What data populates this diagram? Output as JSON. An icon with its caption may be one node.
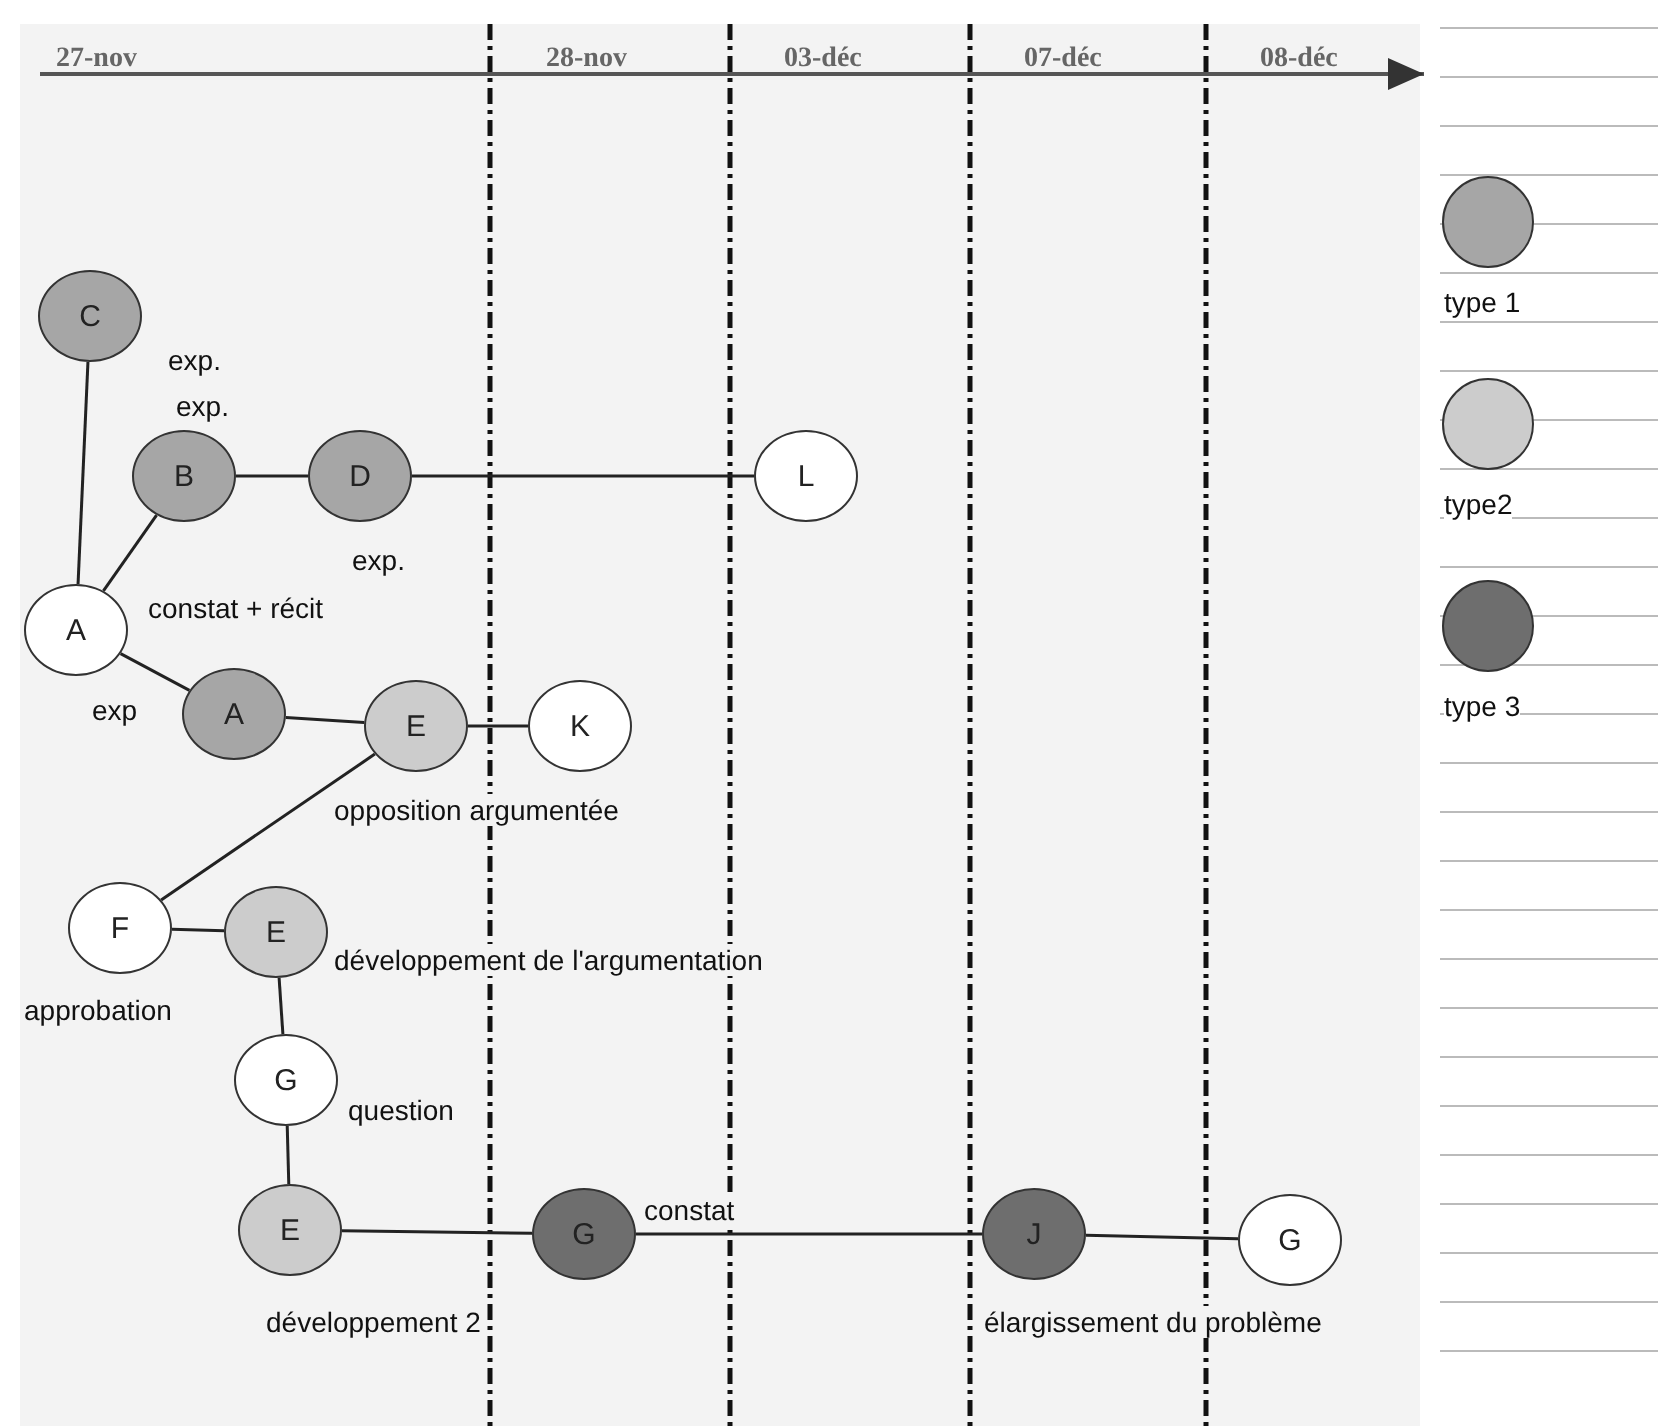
{
  "diagram": {
    "nodes": [
      {
        "text": [
          "C"
        ]
      },
      {
        "text": [
          "B"
        ]
      },
      {
        "text": [
          "D"
        ]
      },
      {
        "text": [
          "L"
        ]
      },
      {
        "text": [
          "A"
        ]
      },
      {
        "text": [
          "A"
        ]
      },
      {
        "text": [
          "E"
        ]
      },
      {
        "text": [
          "K"
        ]
      },
      {
        "text": [
          "F"
        ]
      },
      {
        "text": [
          "E"
        ]
      },
      {
        "text": [
          "G"
        ]
      },
      {
        "text": [
          "E"
        ]
      },
      {
        "text": [
          "G"
        ]
      },
      {
        "text": [
          "J"
        ]
      },
      {
        "text": [
          "G"
        ]
      }
    ],
    "edges": [
      {
        "from": 0,
        "to": 4,
        "arrow": "none"
      },
      {
        "from": 4,
        "to": 1,
        "arrow": "none"
      },
      {
        "from": 1,
        "to": 2,
        "arrow": "none"
      },
      {
        "from": 2,
        "to": 3,
        "arrow": "none"
      },
      {
        "from": 4,
        "to": 5,
        "arrow": "none"
      },
      {
        "from": 5,
        "to": 6,
        "arrow": "none"
      },
      {
        "from": 6,
        "to": 7,
        "arrow": "none"
      },
      {
        "from": 6,
        "to": 8,
        "arrow": "none"
      },
      {
        "from": 8,
        "to": 9,
        "arrow": "none"
      },
      {
        "from": 9,
        "to": 10,
        "arrow": "none"
      },
      {
        "from": 10,
        "to": 11,
        "arrow": "none"
      },
      {
        "from": 11,
        "to": 12,
        "arrow": "none"
      },
      {
        "from": 12,
        "to": 13,
        "arrow": "none"
      },
      {
        "from": 13,
        "to": 14,
        "arrow": "none"
      }
    ],
    "labels": [
      "27-nov",
      "28-nov",
      "03-déc",
      "07-déc",
      "08-déc",
      "exp.",
      "exp.",
      "exp.",
      "constat + récit",
      "exp",
      "opposition argumentée",
      "développement de l'argumentation",
      "approbation",
      "question",
      "constat",
      "développement 2",
      "élargissement du problème"
    ],
    "legend": [
      {
        "text": "type 1",
        "color": "#a6a6a6"
      },
      {
        "text": "type2",
        "color": "#cccccc"
      },
      {
        "text": "type 3",
        "color": "#6e6e6e"
      }
    ]
  }
}
